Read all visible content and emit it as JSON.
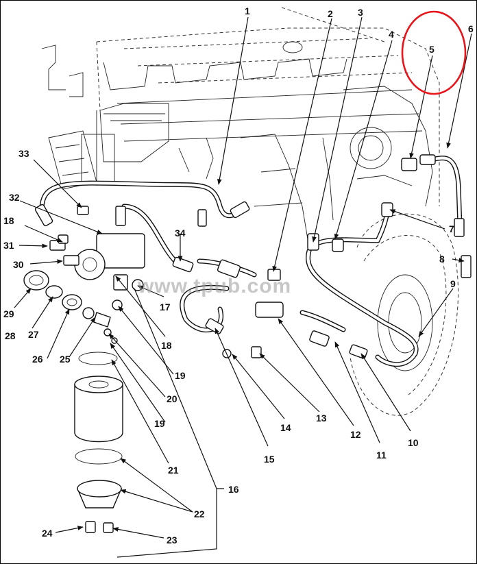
{
  "watermark": "www.tpub.com",
  "highlight_color": "#e8141b",
  "callouts": [
    "1",
    "2",
    "3",
    "4",
    "5",
    "6",
    "7",
    "8",
    "9",
    "10",
    "11",
    "12",
    "13",
    "14",
    "15",
    "16",
    "17",
    "18",
    "18",
    "19",
    "19",
    "20",
    "21",
    "22",
    "23",
    "24",
    "25",
    "26",
    "27",
    "28",
    "29",
    "30",
    "31",
    "32",
    "33",
    "34"
  ]
}
